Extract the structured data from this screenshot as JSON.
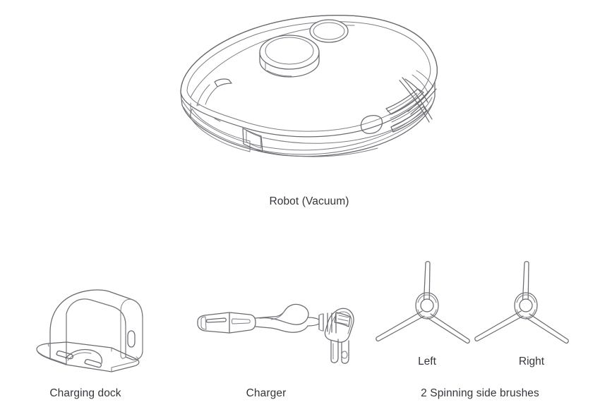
{
  "page": {
    "title": "In the box — parts diagram",
    "background_color": "#ffffff",
    "line_color": "#6a6a70",
    "text_color": "#35353c"
  },
  "items": [
    {
      "id": "robot",
      "icon": "robot-vacuum-icon",
      "caption": "Robot (Vacuum)",
      "details": [
        "lidar-turret",
        "top-sensor-circle",
        "side-vent-slats",
        "side-sensor-window",
        "front-bumper-port",
        "side-brush-arm"
      ]
    },
    {
      "id": "charging-dock",
      "icon": "charging-dock-icon",
      "caption": "Charging dock",
      "details": [
        "back-panel",
        "base-plate",
        "charging-contact-strip-left",
        "charging-contact-strip-right",
        "indicator-slot"
      ]
    },
    {
      "id": "charger",
      "icon": "charger-cable-icon",
      "caption": "Charger",
      "details": [
        "figure-eight-connector",
        "cable",
        "strain-relief-ribs",
        "wall-plug",
        "plug-prongs"
      ]
    },
    {
      "id": "side-brushes",
      "icon": "side-brush-icon",
      "caption": "2 Spinning side brushes",
      "variants": [
        {
          "id": "brush-left",
          "caption": "Left"
        },
        {
          "id": "brush-right",
          "caption": "Right"
        }
      ]
    }
  ],
  "captions": {
    "robot": "Robot (Vacuum)",
    "charging_dock": "Charging dock",
    "charger": "Charger",
    "brush_left": "Left",
    "brush_right": "Right",
    "brushes": "2 Spinning side brushes"
  }
}
